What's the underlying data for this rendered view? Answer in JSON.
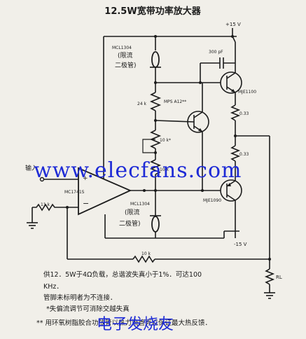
{
  "title": "12.5W宽带功率放大器",
  "labels": {
    "vplus": "+15 V",
    "vminus": "-15 V",
    "diode_top_part": "MCL1304",
    "diode_top_desc1": "(限流",
    "diode_top_desc2": "二极管)",
    "diode_bot_part": "MCL1304",
    "diode_bot_desc1": "(限流",
    "diode_bot_desc2": "二极管)",
    "cap": "300 pF",
    "r24k": "24 k",
    "mps": "MPS A12**",
    "q_top": "MJE1100",
    "q_bot": "MJE1090",
    "r10k": "10 k*",
    "r033a": "0.33",
    "r033b": "0.33",
    "r10k_pot": "10 k",
    "input": "输入",
    "opamp": "MC1741S",
    "r11k": "11 k",
    "r10k_fb": "10 k",
    "rl": "RL"
  },
  "notes": {
    "line1": "供12．5W于4Ω负载，总谐波失真小于1%．可达100",
    "line2": "KHz．",
    "line3": "管脚未标明者为不连接．",
    "line4": "*失偏流调节可消除交越失真",
    "line5": "** 用环氧树脂胶合功放管以热力流管壳以保证最大热反馈．"
  },
  "watermark": {
    "site": "www.elecfans.com",
    "cn": "电子发烧友"
  }
}
